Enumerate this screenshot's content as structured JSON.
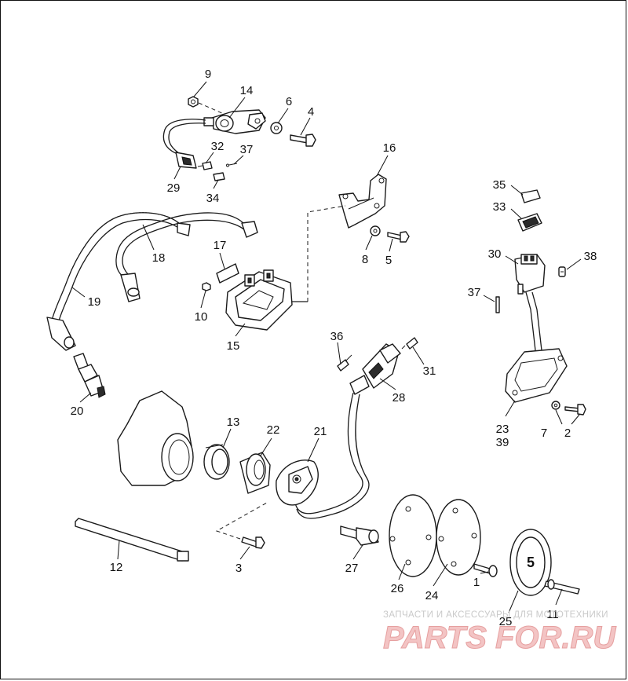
{
  "diagram": {
    "callouts": [
      {
        "id": "9",
        "label": "9"
      },
      {
        "id": "14",
        "label": "14"
      },
      {
        "id": "6",
        "label": "6"
      },
      {
        "id": "4",
        "label": "4"
      },
      {
        "id": "32",
        "label": "32"
      },
      {
        "id": "37a",
        "label": "37"
      },
      {
        "id": "29",
        "label": "29"
      },
      {
        "id": "34",
        "label": "34"
      },
      {
        "id": "16",
        "label": "16"
      },
      {
        "id": "35",
        "label": "35"
      },
      {
        "id": "33",
        "label": "33"
      },
      {
        "id": "18",
        "label": "18"
      },
      {
        "id": "17",
        "label": "17"
      },
      {
        "id": "8",
        "label": "8"
      },
      {
        "id": "5",
        "label": "5"
      },
      {
        "id": "30",
        "label": "30"
      },
      {
        "id": "38",
        "label": "38"
      },
      {
        "id": "19",
        "label": "19"
      },
      {
        "id": "10",
        "label": "10"
      },
      {
        "id": "37b",
        "label": "37"
      },
      {
        "id": "15",
        "label": "15"
      },
      {
        "id": "36",
        "label": "36"
      },
      {
        "id": "31",
        "label": "31"
      },
      {
        "id": "28",
        "label": "28"
      },
      {
        "id": "20",
        "label": "20"
      },
      {
        "id": "13",
        "label": "13"
      },
      {
        "id": "22",
        "label": "22"
      },
      {
        "id": "21",
        "label": "21"
      },
      {
        "id": "23",
        "label": "23"
      },
      {
        "id": "39",
        "label": "39"
      },
      {
        "id": "7",
        "label": "7"
      },
      {
        "id": "2",
        "label": "2"
      },
      {
        "id": "12",
        "label": "12"
      },
      {
        "id": "3",
        "label": "3"
      },
      {
        "id": "27",
        "label": "27"
      },
      {
        "id": "26",
        "label": "26"
      },
      {
        "id": "24",
        "label": "24"
      },
      {
        "id": "1",
        "label": "1"
      },
      {
        "id": "25",
        "label": "25"
      },
      {
        "id": "11",
        "label": "11"
      }
    ]
  },
  "watermark": {
    "tagline": "ЗАПЧАСТИ И АКСЕССУАРЫ ДЛЯ МОТОТЕХНИКИ",
    "logo": "PARTS FOR.RU"
  }
}
